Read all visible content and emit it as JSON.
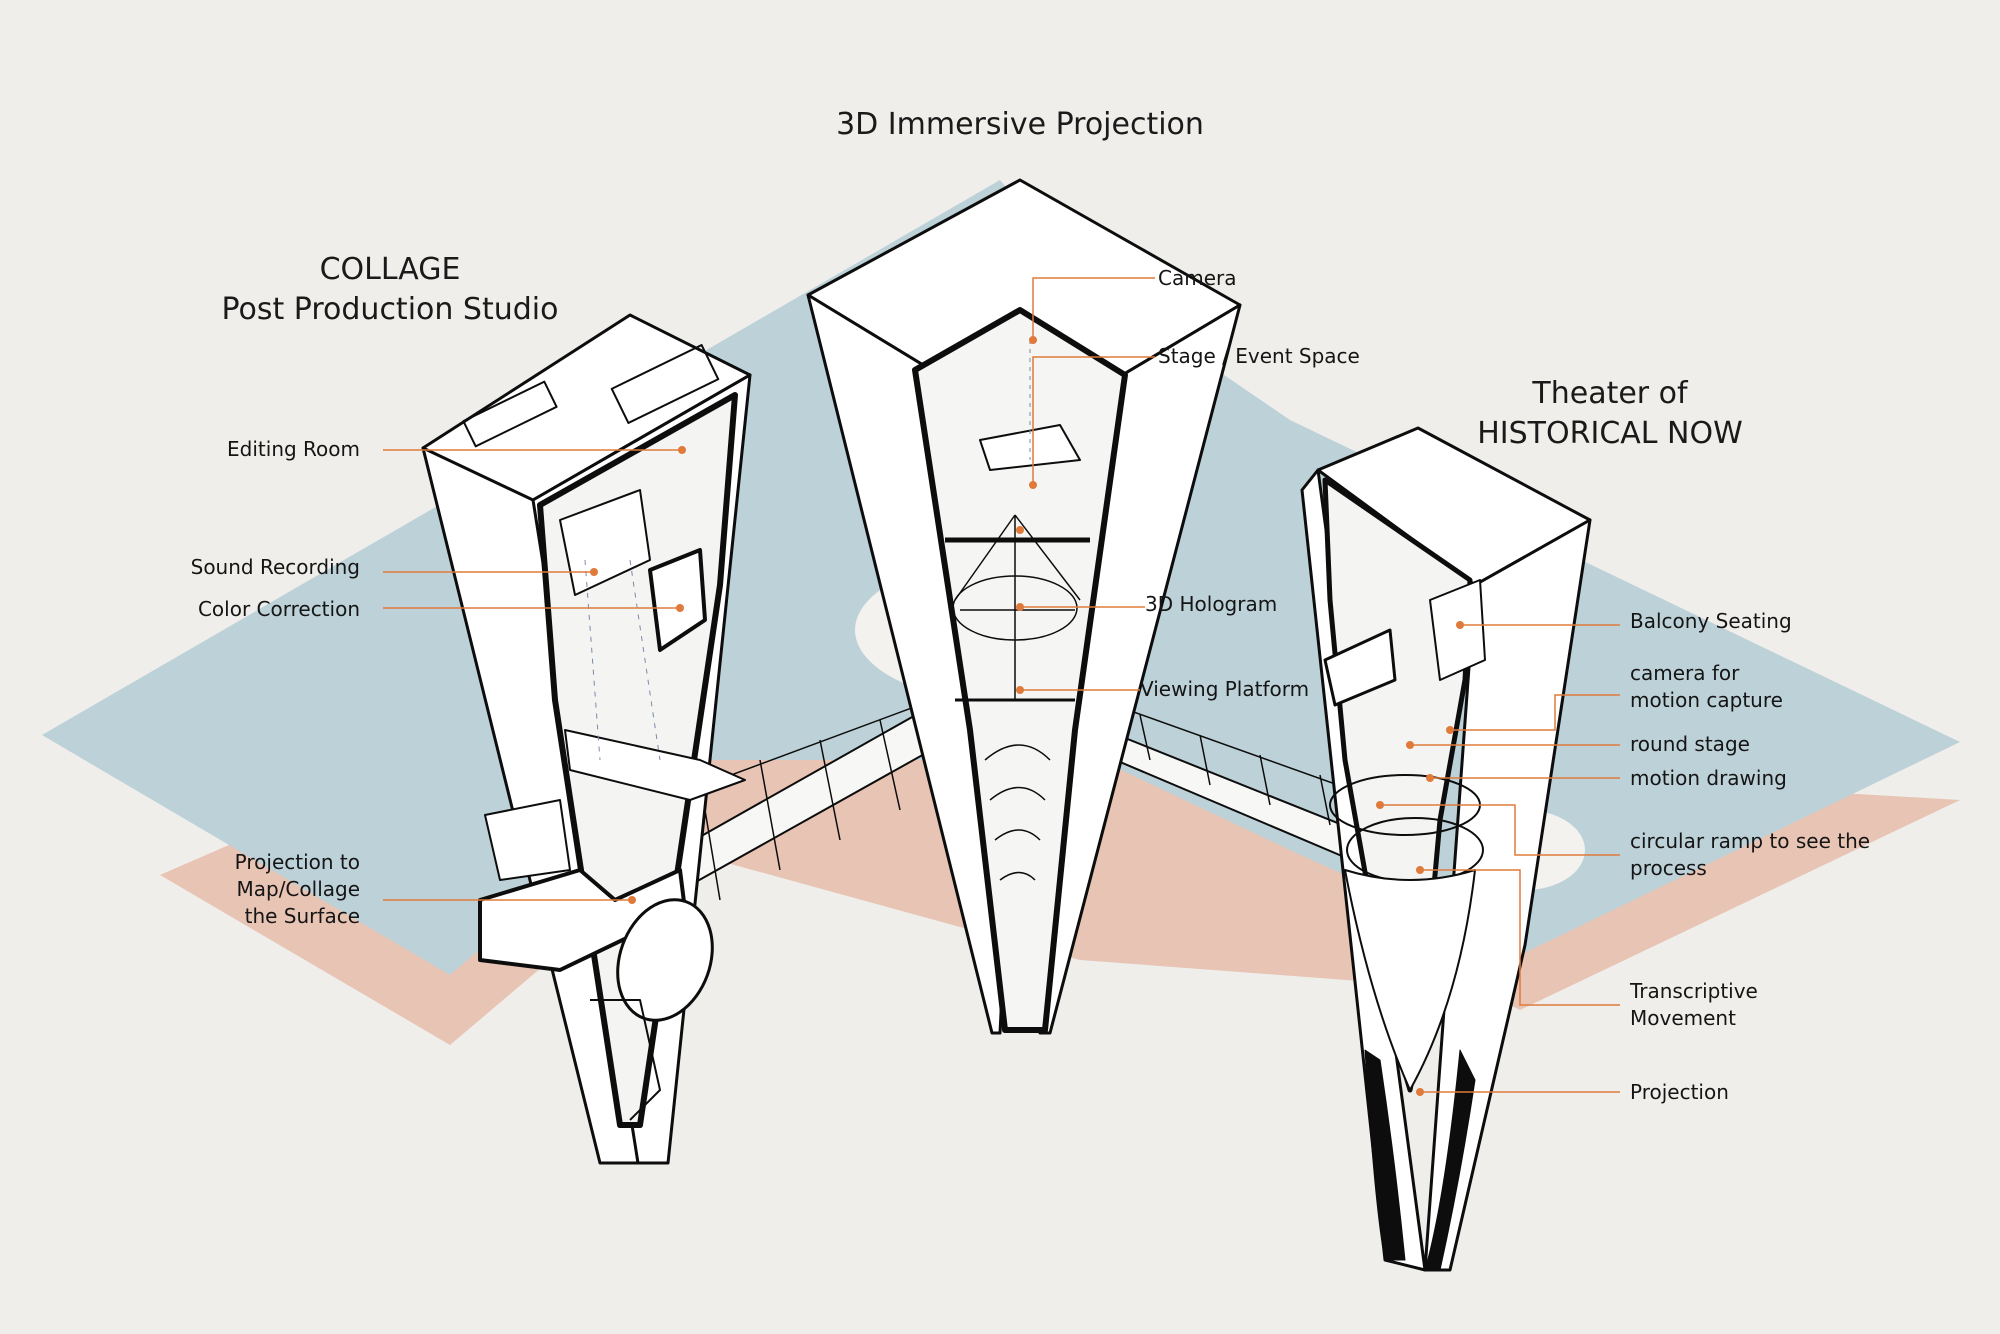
{
  "titles": {
    "immersive": "3D Immersive Projection",
    "collage_1": "COLLAGE",
    "collage_2": "Post Production Studio",
    "theater_1": "Theater of",
    "theater_2": "HISTORICAL NOW"
  },
  "left_labels": {
    "editing": "Editing Room",
    "sound": "Sound Recording",
    "color": "Color Correction",
    "projection_1": "Projection to",
    "projection_2": "Map/Collage",
    "projection_3": "the Surface"
  },
  "center_labels": {
    "camera": "Camera",
    "stage": "Stage / Event Space",
    "hologram": "3D Hologram",
    "viewing": "Viewing Platform"
  },
  "right_labels": {
    "balcony": "Balcony Seating",
    "camera_mc_1": "camera for",
    "camera_mc_2": "motion capture",
    "round_stage": "round stage",
    "motion_drawing": "motion drawing",
    "ramp_1": "circular ramp to see the",
    "ramp_2": "process",
    "transcriptive_1": "Transcriptive",
    "transcriptive_2": "Movement",
    "projection": "Projection"
  },
  "colors": {
    "background": "#efeeeb",
    "ground_blue": "#bdd1d8",
    "ground_pink": "#e8c4b4",
    "line": "#0d0d0d",
    "leader": "#e07a3a"
  }
}
